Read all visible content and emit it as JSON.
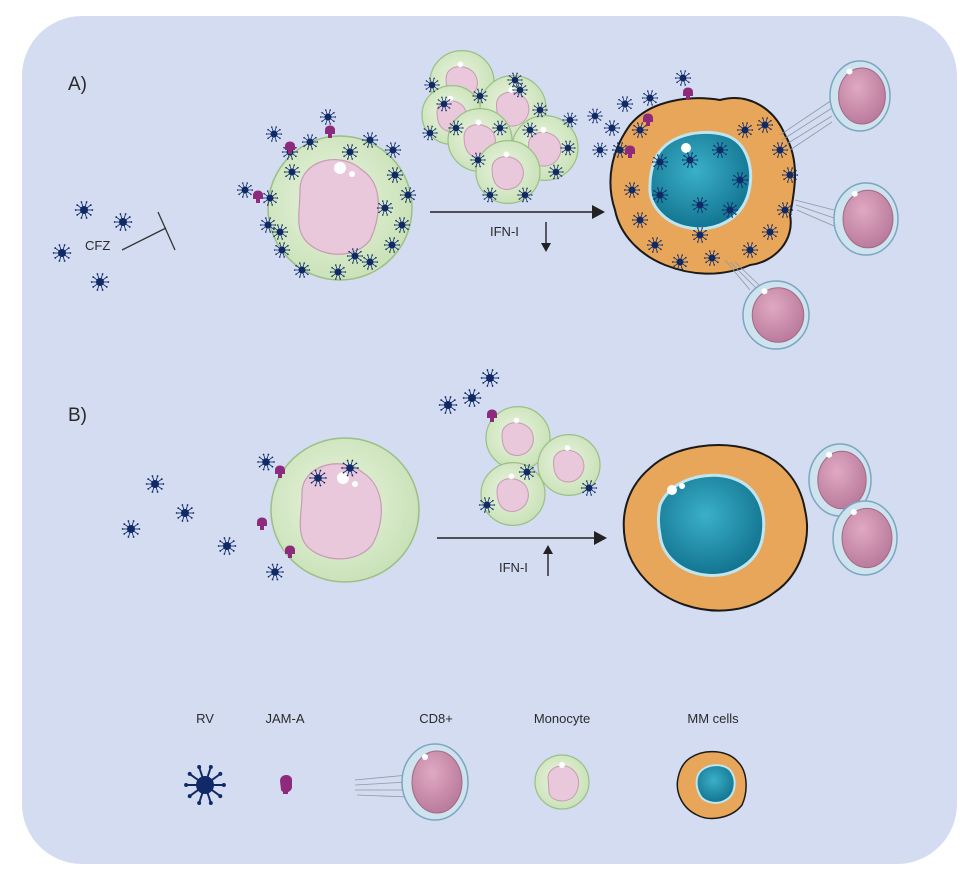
{
  "panels": {
    "a": {
      "label": "A)",
      "inhibitor_label": "CFZ",
      "arrow_label": "IFN-I",
      "ifn_direction": "down"
    },
    "b": {
      "label": "B)",
      "arrow_label": "IFN-I",
      "ifn_direction": "up"
    }
  },
  "legend": [
    {
      "label": "RV",
      "icon": "virus-icon"
    },
    {
      "label": "JAM-A",
      "icon": "jam-a-receptor-icon"
    },
    {
      "label": "CD8+",
      "icon": "cd8-cell-icon"
    },
    {
      "label": "Monocyte",
      "icon": "monocyte-icon"
    },
    {
      "label": "MM cells",
      "icon": "mm-cell-icon"
    }
  ],
  "colors": {
    "background": "#d3dcf1",
    "virus": "#0f2a66",
    "jam_a": "#8e2a7c",
    "monocyte_membrane": "#d4e8c6",
    "monocyte_nucleus": "#e6c6d6",
    "mm_cytoplasm": "#e8a65a",
    "mm_nucleus": "#1a8aa6",
    "cd8_membrane": "#cfe3ee",
    "cd8_nucleus": "#c98aa8"
  }
}
